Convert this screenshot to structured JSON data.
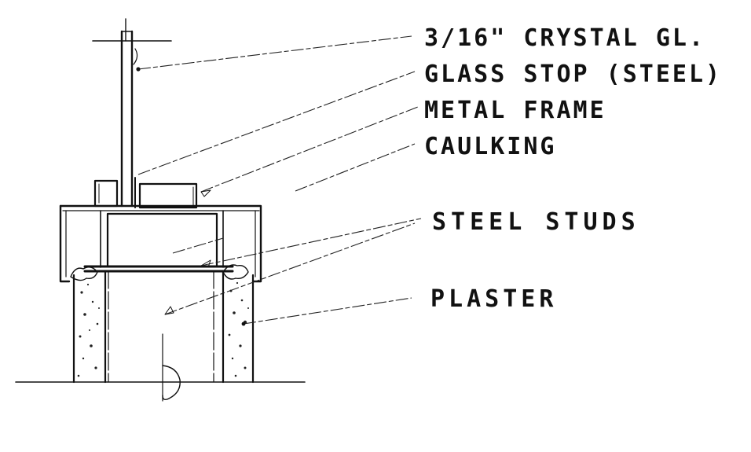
{
  "drawing": {
    "callouts": [
      {
        "id": "glass",
        "text": "3/16\" CRYSTAL GL."
      },
      {
        "id": "glass-stop",
        "text": "GLASS STOP (STEEL)"
      },
      {
        "id": "metal-frame",
        "text": "METAL FRAME"
      },
      {
        "id": "caulking",
        "text": "CAULKING"
      },
      {
        "id": "steel-studs",
        "text": "STEEL STUDS"
      },
      {
        "id": "plaster",
        "text": "PLASTER"
      }
    ]
  }
}
